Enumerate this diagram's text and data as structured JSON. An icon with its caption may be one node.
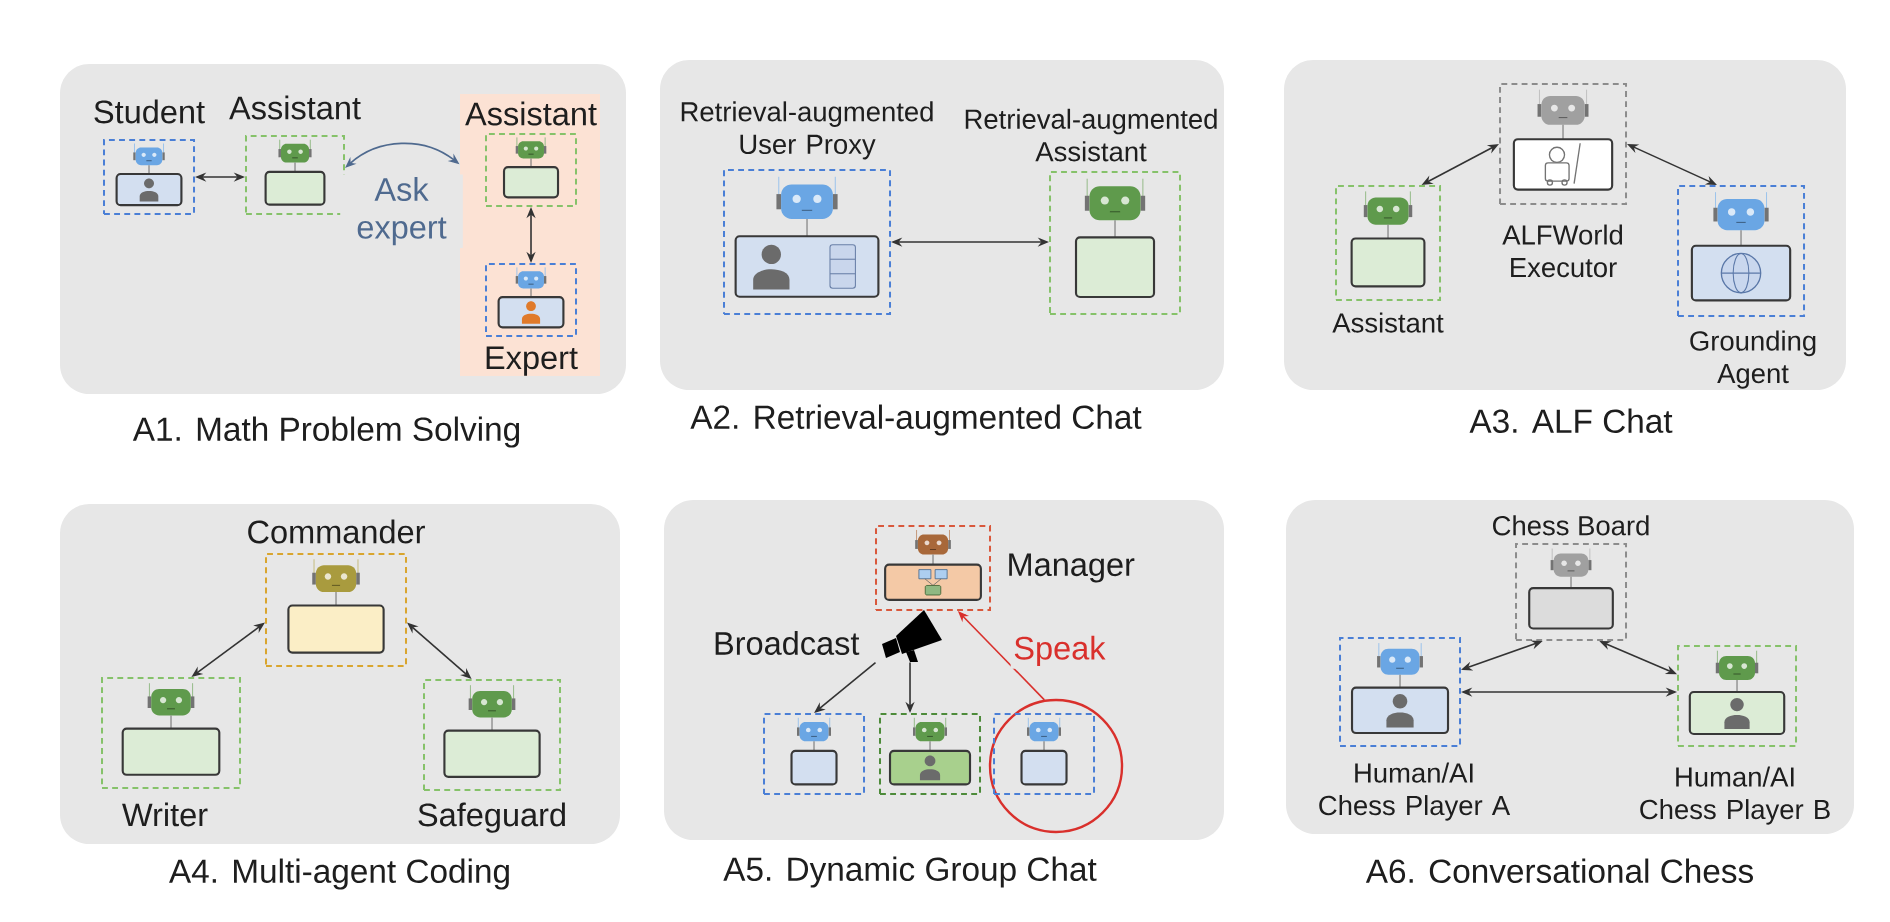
{
  "diagram": {
    "nodes": [
      {
        "text": [
          "A1. Math Problem Solving"
        ]
      },
      {
        "text": [
          "Student"
        ],
        "in": 0
      },
      {
        "text": [
          "Assistant"
        ],
        "in": 0
      },
      {
        "text": [],
        "shape": "box",
        "in": 0
      },
      {
        "text": [
          "Assistant"
        ],
        "in": 3
      },
      {
        "text": [
          "Expert"
        ],
        "in": 3
      },
      {
        "text": [
          "A2. Retrieval-augmented Chat"
        ]
      },
      {
        "text": [
          "Retrieval-augmented User Proxy"
        ],
        "in": 6
      },
      {
        "text": [
          "Retrieval-augmented Assistant"
        ],
        "in": 6
      },
      {
        "text": [
          "A3. ALF Chat"
        ]
      },
      {
        "text": [
          "ALFWorld Executor"
        ],
        "in": 9
      },
      {
        "text": [
          "Assistant"
        ],
        "in": 9
      },
      {
        "text": [
          "Grounding Agent"
        ],
        "in": 9
      },
      {
        "text": [
          "A4. Multi-agent Coding"
        ]
      },
      {
        "text": [
          "Commander"
        ],
        "in": 13
      },
      {
        "text": [
          "Writer"
        ],
        "in": 13
      },
      {
        "text": [
          "Safeguard"
        ],
        "in": 13
      },
      {
        "text": [
          "A5. Dynamic Group Chat"
        ]
      },
      {
        "text": [
          "Manager"
        ],
        "in": 17
      },
      {
        "text": [],
        "shape": "picture",
        "beside": [
          "Broadcast"
        ],
        "in": 17
      },
      {
        "text": [],
        "shape": "box",
        "in": 17
      },
      {
        "text": [],
        "shape": "box",
        "in": 17
      },
      {
        "text": [],
        "shape": "circle",
        "in": 17
      },
      {
        "text": [],
        "shape": "box",
        "in": 22
      },
      {
        "text": [
          "A6. Conversational Chess"
        ]
      },
      {
        "text": [
          "Chess Board"
        ],
        "in": 24
      },
      {
        "text": [
          "Human/AI Chess Player A"
        ],
        "in": 24
      },
      {
        "text": [
          "Human/AI Chess Player B"
        ],
        "in": 24
      }
    ],
    "edges": [
      {
        "from": 1,
        "to": 2,
        "arrow": "both"
      },
      {
        "from": 2,
        "to": 3,
        "arrow": "both",
        "label": "Ask expert",
        "color": "#4f6a8f"
      },
      {
        "from": 4,
        "to": 5,
        "arrow": "both"
      },
      {
        "from": 7,
        "to": 8,
        "arrow": "both"
      },
      {
        "from": 10,
        "to": 11,
        "arrow": "both"
      },
      {
        "from": 10,
        "to": 12,
        "arrow": "both"
      },
      {
        "from": 14,
        "to": 15,
        "arrow": "both"
      },
      {
        "from": 14,
        "to": 16,
        "arrow": "both"
      },
      {
        "from": 19,
        "to": 20,
        "arrow": "to"
      },
      {
        "from": 19,
        "to": 21,
        "arrow": "to"
      },
      {
        "from": 22,
        "to": 18,
        "arrow": "to",
        "label": "Speak",
        "color": "#d9302c"
      },
      {
        "from": 25,
        "to": 26,
        "arrow": "both"
      },
      {
        "from": 25,
        "to": 27,
        "arrow": "both"
      },
      {
        "from": 26,
        "to": 27,
        "arrow": "both"
      }
    ]
  }
}
